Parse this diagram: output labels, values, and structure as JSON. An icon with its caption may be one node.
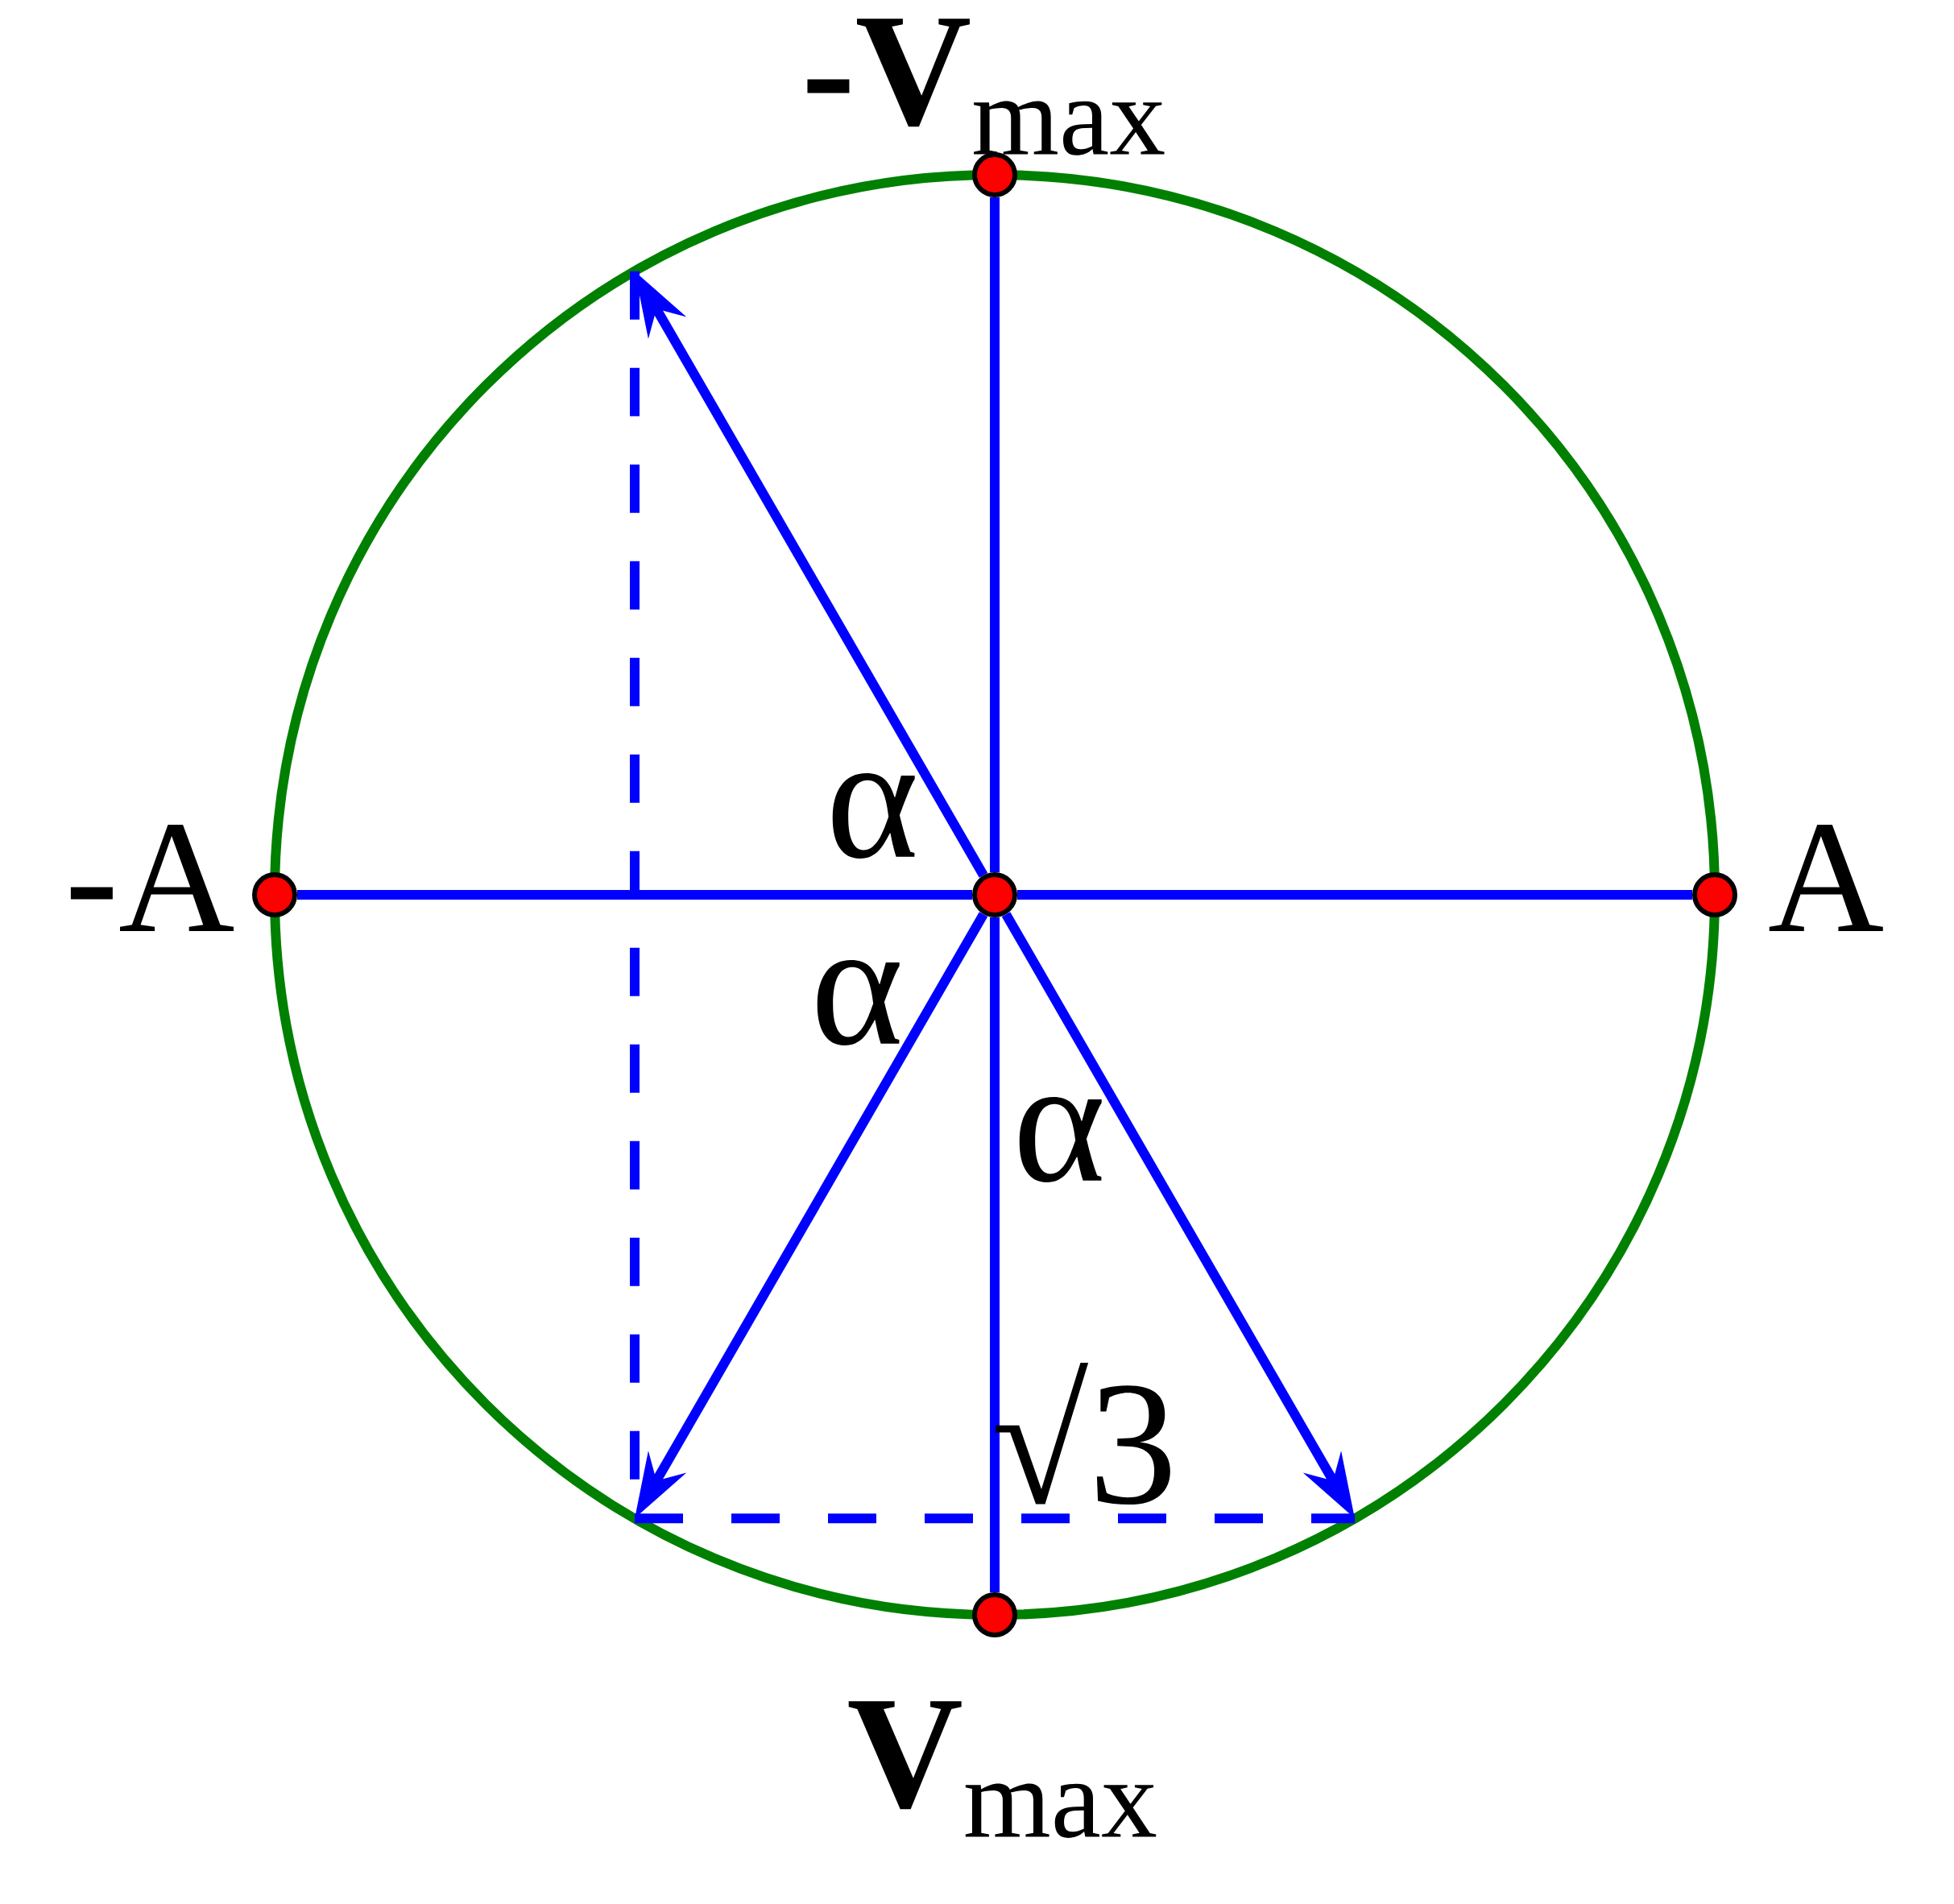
{
  "diagram": {
    "nodes": [
      {
        "text": [],
        "shape": "circle"
      },
      {
        "text": [],
        "shape": "circle",
        "beside": [
          "**-V**$_{max}$"
        ]
      },
      {
        "text": [],
        "shape": "circle",
        "beside": [
          "A"
        ]
      },
      {
        "text": [],
        "shape": "circle",
        "beside": [
          "**V**$_{max}$"
        ]
      },
      {
        "text": [],
        "shape": "circle",
        "beside": [
          "-A"
        ]
      }
    ],
    "edges": [
      {
        "from": 0,
        "to": 1,
        "arrow": "none"
      },
      {
        "from": 0,
        "to": 2,
        "arrow": "none"
      },
      {
        "from": 0,
        "to": 3,
        "arrow": "none"
      },
      {
        "from": 0,
        "to": 4,
        "arrow": "none"
      },
      {
        "from": 0,
        "to": null,
        "arrow": "to"
      },
      {
        "from": 0,
        "to": null,
        "arrow": "to"
      },
      {
        "from": 0,
        "to": null,
        "arrow": "to"
      }
    ],
    "labels": [
      "α",
      "α",
      "α",
      "√3"
    ]
  }
}
